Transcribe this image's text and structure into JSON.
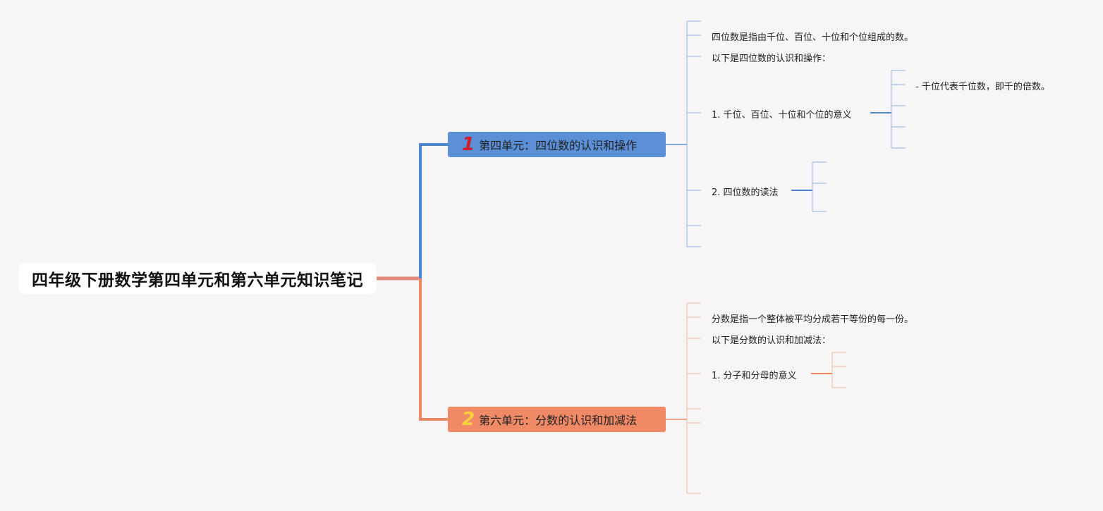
{
  "root": {
    "title": "四年级下册数学第四单元和第六单元知识笔记"
  },
  "topics": [
    {
      "number": "1",
      "title": "第四单元：四位数的认识和操作",
      "color": "#5b8fd6",
      "items": [
        "四位数是指由千位、百位、十位和个位组成的数。",
        "以下是四位数的认识和操作：",
        "1. 千位、百位、十位和个位的意义",
        "2. 四位数的读法"
      ],
      "subitems": [
        "- 千位代表千位数，即千的倍数。"
      ]
    },
    {
      "number": "2",
      "title": "第六单元：分数的认识和加减法",
      "color": "#f08a66",
      "items": [
        "分数是指一个整体被平均分成若干等份的每一份。",
        "以下是分数的认识和加减法：",
        "1. 分子和分母的意义"
      ]
    }
  ],
  "colors": {
    "blue": "#5b8fd6",
    "orange": "#f08a66",
    "root_line": "#e08a7a",
    "background": "#f7f5f5"
  }
}
